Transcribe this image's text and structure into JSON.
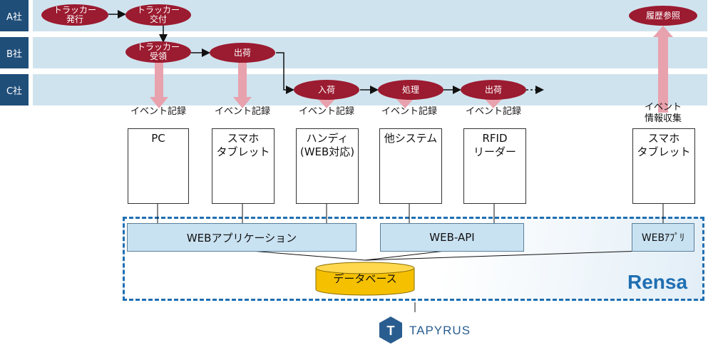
{
  "lanes": [
    {
      "label": "A社"
    },
    {
      "label": "B社"
    },
    {
      "label": "C社"
    }
  ],
  "events": {
    "tracker_issue": [
      "トラッカー",
      "発行"
    ],
    "tracker_deliver": [
      "トラッカー",
      "交付"
    ],
    "tracker_receive": [
      "トラッカー",
      "受領"
    ],
    "ship_b": "出荷",
    "arrive_c": "入荷",
    "process_c": "処理",
    "ship_c": "出荷",
    "history": "履歴参照"
  },
  "event_record_label": "イベント記録",
  "event_collect_label": [
    "イベント",
    "情報収集"
  ],
  "devices": {
    "pc": [
      "PC"
    ],
    "smartphone": [
      "スマホ",
      "タブレット"
    ],
    "handy": [
      "ハンディ",
      "(WEB対応)"
    ],
    "other_system": [
      "他システム"
    ],
    "rfid": [
      "RFID",
      "リーダー"
    ],
    "smartphone2": [
      "スマホ",
      "タブレット"
    ]
  },
  "apis": {
    "web_app": "WEBアプリケーション",
    "web_api": "WEB-API",
    "web_app_short": "WEBｱﾌﾟﾘ"
  },
  "database": "データベース",
  "brand": "Rensa",
  "tapyrus": "TAPYRUS",
  "colors": {
    "lane_bg": "#cfe3ee",
    "lane_label": "#1f4e79",
    "event_oval": "#9b1b30",
    "pink_arrow": "#e8a2ad",
    "brand_blue": "#1f6fb2",
    "database": "#f5c000",
    "tapyrus": "#2a5d8f"
  }
}
